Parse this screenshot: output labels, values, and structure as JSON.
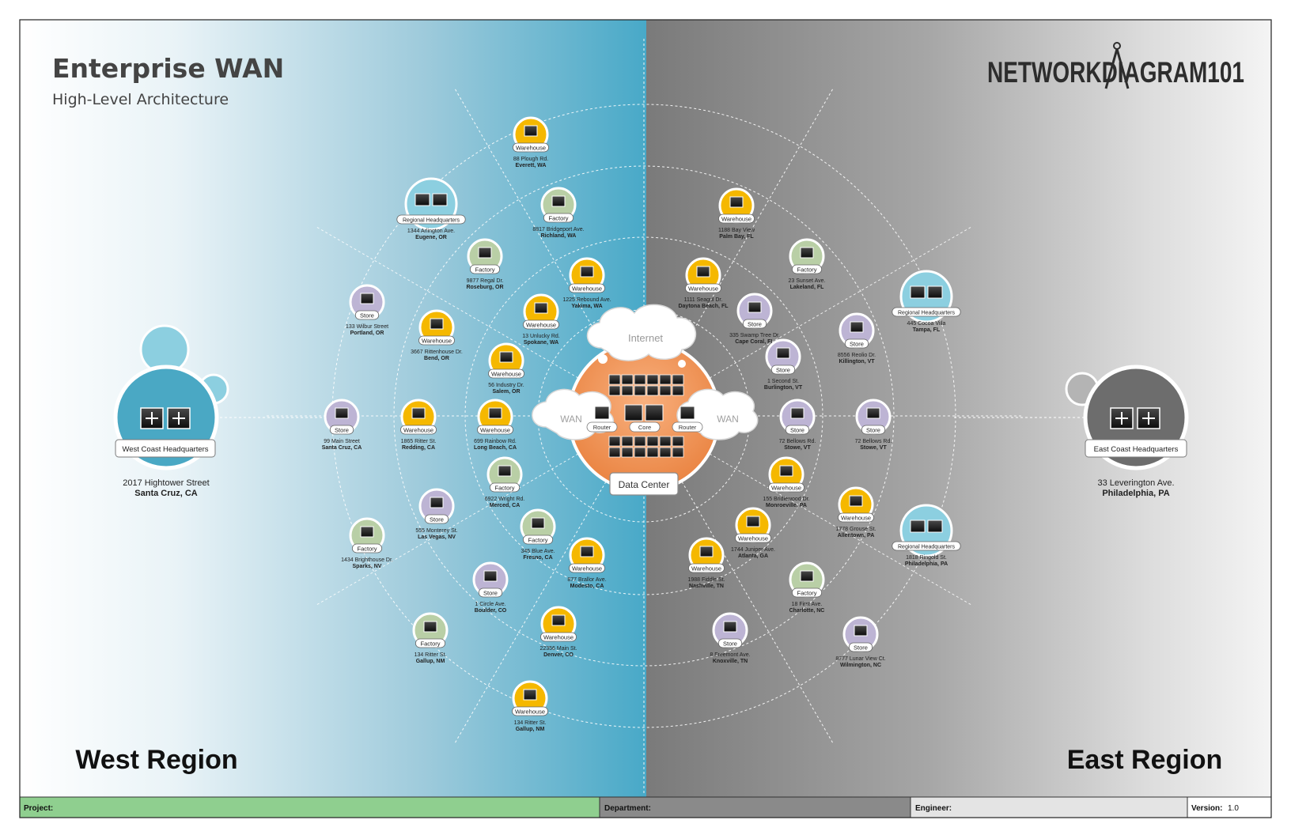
{
  "header": {
    "title": "Enterprise WAN",
    "subtitle": "High-Level Architecture",
    "logo_text": "NETWORKDIAGRAM101"
  },
  "regions": {
    "west": "West Region",
    "east": "East Region"
  },
  "core": {
    "internet": "Internet",
    "wan_left": "WAN",
    "wan_right": "WAN",
    "router_left": "Router",
    "core": "Core",
    "router_right": "Router",
    "data_center": "Data Center"
  },
  "headquarters": {
    "west": {
      "label": "West Coast Headquarters",
      "addr1": "2017 Hightower Street",
      "addr2": "Santa Cruz, CA"
    },
    "east": {
      "label": "East Coast Headquarters",
      "addr1": "33 Leverington Ave.",
      "addr2": "Philadelphia, PA"
    }
  },
  "sites": [
    {
      "type": "Warehouse",
      "a1": "88 Plough Rd.",
      "a2": "Everett, WA"
    },
    {
      "type": "Regional Headquarters",
      "a1": "1344 Arlington Ave.",
      "a2": "Eugene, OR"
    },
    {
      "type": "Factory",
      "a1": "8817 Bridgeport Ave.",
      "a2": "Richland, WA"
    },
    {
      "type": "Factory",
      "a1": "9877 Regal Dr.",
      "a2": "Roseburg, OR"
    },
    {
      "type": "Warehouse",
      "a1": "1225 Rebound Ave.",
      "a2": "Yakima, WA"
    },
    {
      "type": "Store",
      "a1": "133 Wilbur Street",
      "a2": "Portland, OR"
    },
    {
      "type": "Warehouse",
      "a1": "3667 Rittenhouse Dr.",
      "a2": "Bend, OR"
    },
    {
      "type": "Warehouse",
      "a1": "13 Unlucky Rd.",
      "a2": "Spokane, WA"
    },
    {
      "type": "Warehouse",
      "a1": "56 Industry Dr.",
      "a2": "Salem, OR"
    },
    {
      "type": "Store",
      "a1": "99 Main Street",
      "a2": "Santa Cruz, CA"
    },
    {
      "type": "Warehouse",
      "a1": "1865 Ritter St.",
      "a2": "Redding, CA"
    },
    {
      "type": "Warehouse",
      "a1": "699 Rainbow Rd.",
      "a2": "Long Beach, CA"
    },
    {
      "type": "Factory",
      "a1": "6922 Wright Rd.",
      "a2": "Merced, CA"
    },
    {
      "type": "Store",
      "a1": "555 Monterey St.",
      "a2": "Las Vegas, NV"
    },
    {
      "type": "Factory",
      "a1": "1434 Brighthouse Dr.",
      "a2": "Sparks, NV"
    },
    {
      "type": "Factory",
      "a1": "345 Blue Ave.",
      "a2": "Fresno, CA"
    },
    {
      "type": "Warehouse",
      "a1": "877 Brallor Ave.",
      "a2": "Modesto, CA"
    },
    {
      "type": "Store",
      "a1": "1 Circle Ave.",
      "a2": "Boulder, CO"
    },
    {
      "type": "Factory",
      "a1": "134 Ritter St.",
      "a2": "Gallup, NM"
    },
    {
      "type": "Warehouse",
      "a1": "22356 Main St.",
      "a2": "Denver, CO"
    },
    {
      "type": "Warehouse",
      "a1": "134 Ritter St.",
      "a2": "Gallup, NM"
    },
    {
      "type": "Warehouse",
      "a1": "1188 Bay View",
      "a2": "Palm Bay, FL"
    },
    {
      "type": "Warehouse",
      "a1": "1111 Seagul Dr.",
      "a2": "Daytona Beach, FL"
    },
    {
      "type": "Factory",
      "a1": "23 Sunset Ave.",
      "a2": "Lakeland, FL"
    },
    {
      "type": "Store",
      "a1": "335 Swamp Tree Dr.",
      "a2": "Cape Coral, FL"
    },
    {
      "type": "Regional Headquarters",
      "a1": "445 Cocoa Villa",
      "a2": "Tampa, FL"
    },
    {
      "type": "Store",
      "a1": "8556 Reolio Dr.",
      "a2": "Killington, VT"
    },
    {
      "type": "Store",
      "a1": "1 Second St.",
      "a2": "Burlington, VT"
    },
    {
      "type": "Store",
      "a1": "72 Bellows Rd.",
      "a2": "Stowe, VT"
    },
    {
      "type": "Store",
      "a1": "72 Bellows Rd.",
      "a2": "Stowe, VT"
    },
    {
      "type": "Warehouse",
      "a1": "155 Bridlewood Dr.",
      "a2": "Monroeville, PA"
    },
    {
      "type": "Warehouse",
      "a1": "1778 Grouse St.",
      "a2": "Allentown, PA"
    },
    {
      "type": "Regional Headquarters",
      "a1": "1818 Ringold St.",
      "a2": "Philadelphia, PA"
    },
    {
      "type": "Warehouse",
      "a1": "1744 Juniper Ave.",
      "a2": "Atlanta, GA"
    },
    {
      "type": "Warehouse",
      "a1": "1988 Fiddle St.",
      "a2": "Nashville, TN"
    },
    {
      "type": "Factory",
      "a1": "18 First Ave.",
      "a2": "Charlotte, NC"
    },
    {
      "type": "Store",
      "a1": "8 Freemont Ave.",
      "a2": "Knoxville, TN"
    },
    {
      "type": "Store",
      "a1": "8777 Lunar View Ct.",
      "a2": "Wilmington, NC"
    }
  ],
  "footer": {
    "project_label": "Project:",
    "department_label": "Department:",
    "engineer_label": "Engineer:",
    "version_label": "Version:",
    "version_value": "1.0"
  },
  "colors": {
    "warehouse": "#f5b800",
    "factory": "#b9cfa6",
    "store": "#bdb4d4",
    "regional_hq": "#8ccfe0",
    "data_center": "#f0955a",
    "west_accent": "#4aa8c4",
    "east_accent": "#6d6d6d",
    "footer_project": "#8fcf8f",
    "footer_department": "#8a8a8a"
  }
}
